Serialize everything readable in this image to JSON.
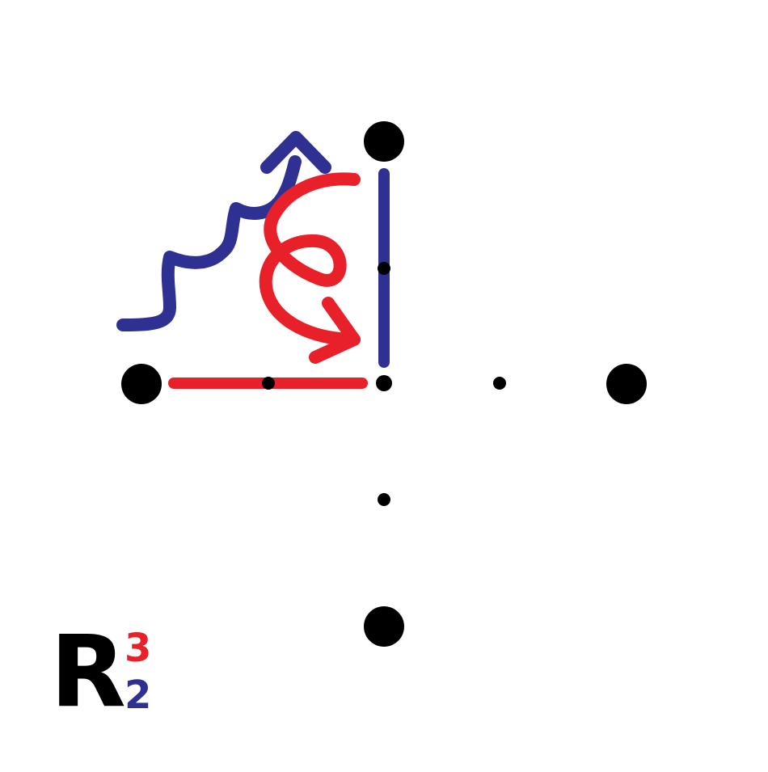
{
  "label": {
    "letter": "R",
    "red_number": "3",
    "blue_number": "2"
  },
  "colors": {
    "red": "#e8202a",
    "blue": "#2e3191",
    "black": "#000000"
  },
  "icons": {
    "red_move": "spiral-arrow-icon",
    "blue_move": "wavy-arrow-icon"
  }
}
